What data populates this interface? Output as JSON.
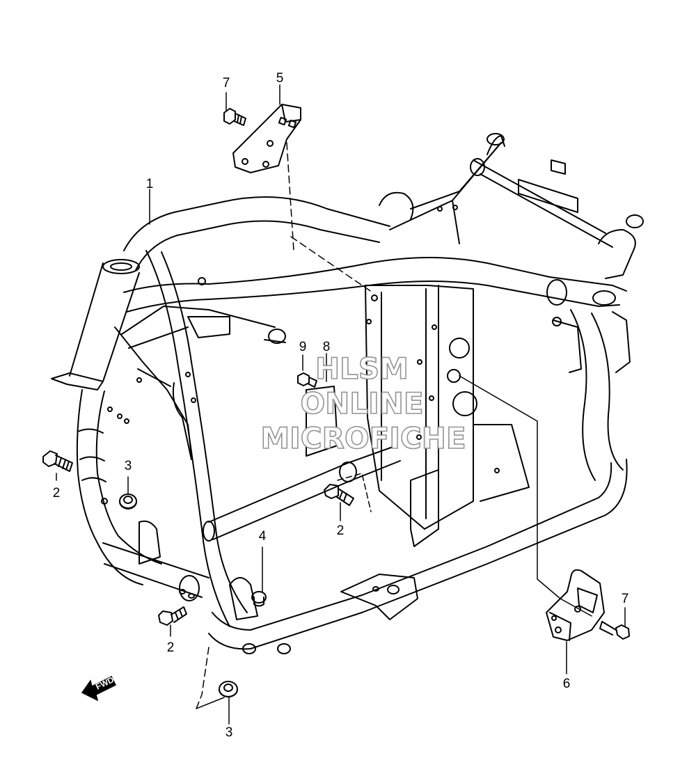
{
  "callouts": {
    "c1": "1",
    "c2a": "2",
    "c2b": "2",
    "c2c": "2",
    "c3a": "3",
    "c3b": "3",
    "c4": "4",
    "c5": "5",
    "c6": "6",
    "c7a": "7",
    "c7b": "7",
    "c8": "8",
    "c9": "9"
  },
  "watermark": {
    "line1": "HLSM",
    "line2": "ONLINE",
    "line3": "MICROFICHE"
  },
  "fwd_label": "FWD",
  "colors": {
    "line": "#000000",
    "background": "#ffffff",
    "watermark_outline": "#8f8f8f"
  }
}
